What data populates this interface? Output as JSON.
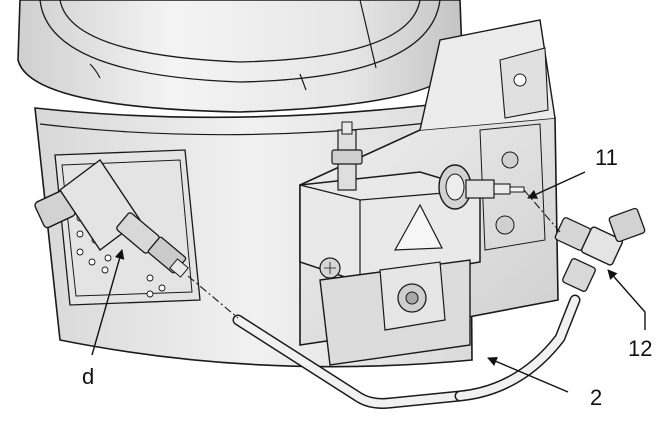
{
  "callouts": {
    "c11": "11",
    "c12": "12",
    "cd": "d",
    "c2": "2"
  },
  "colors": {
    "outline": "#1a1a1a",
    "metal_light": "#f2f2f2",
    "metal_mid": "#d9d9d9",
    "metal_dark": "#b3b3b3",
    "background": "#ffffff"
  }
}
